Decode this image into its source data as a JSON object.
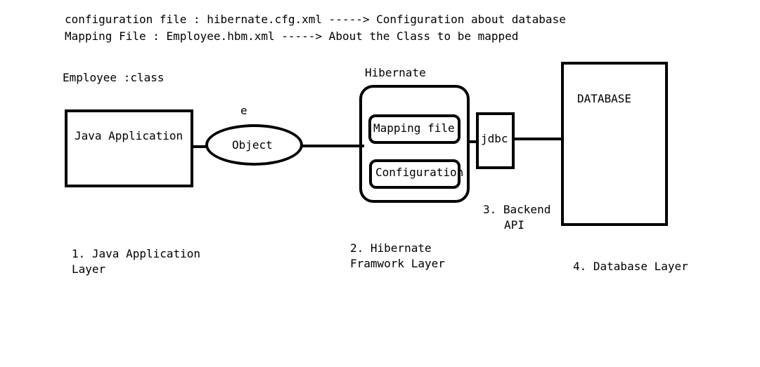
{
  "header": {
    "line1": "configuration file : hibernate.cfg.xml -----> Configuration about database",
    "line2": "Mapping File : Employee.hbm.xml -----> About the Class to be mapped"
  },
  "labels": {
    "employee_class": "Employee :class",
    "object_var": "e",
    "hibernate_title": "Hibernate"
  },
  "nodes": {
    "java_app": "Java Application",
    "object": "Object",
    "mapping_file": "Mapping file",
    "configuration": "Configuration",
    "jdbc": "jdbc",
    "database": "DATABASE"
  },
  "layers": {
    "layer1_line1": "1. Java Application",
    "layer1_line2": "Layer",
    "layer2_line1": "2. Hibernate",
    "layer2_line2": "Framwork Layer",
    "layer3_line1": "3. Backend",
    "layer3_line2": "API",
    "layer4": "4. Database Layer"
  }
}
